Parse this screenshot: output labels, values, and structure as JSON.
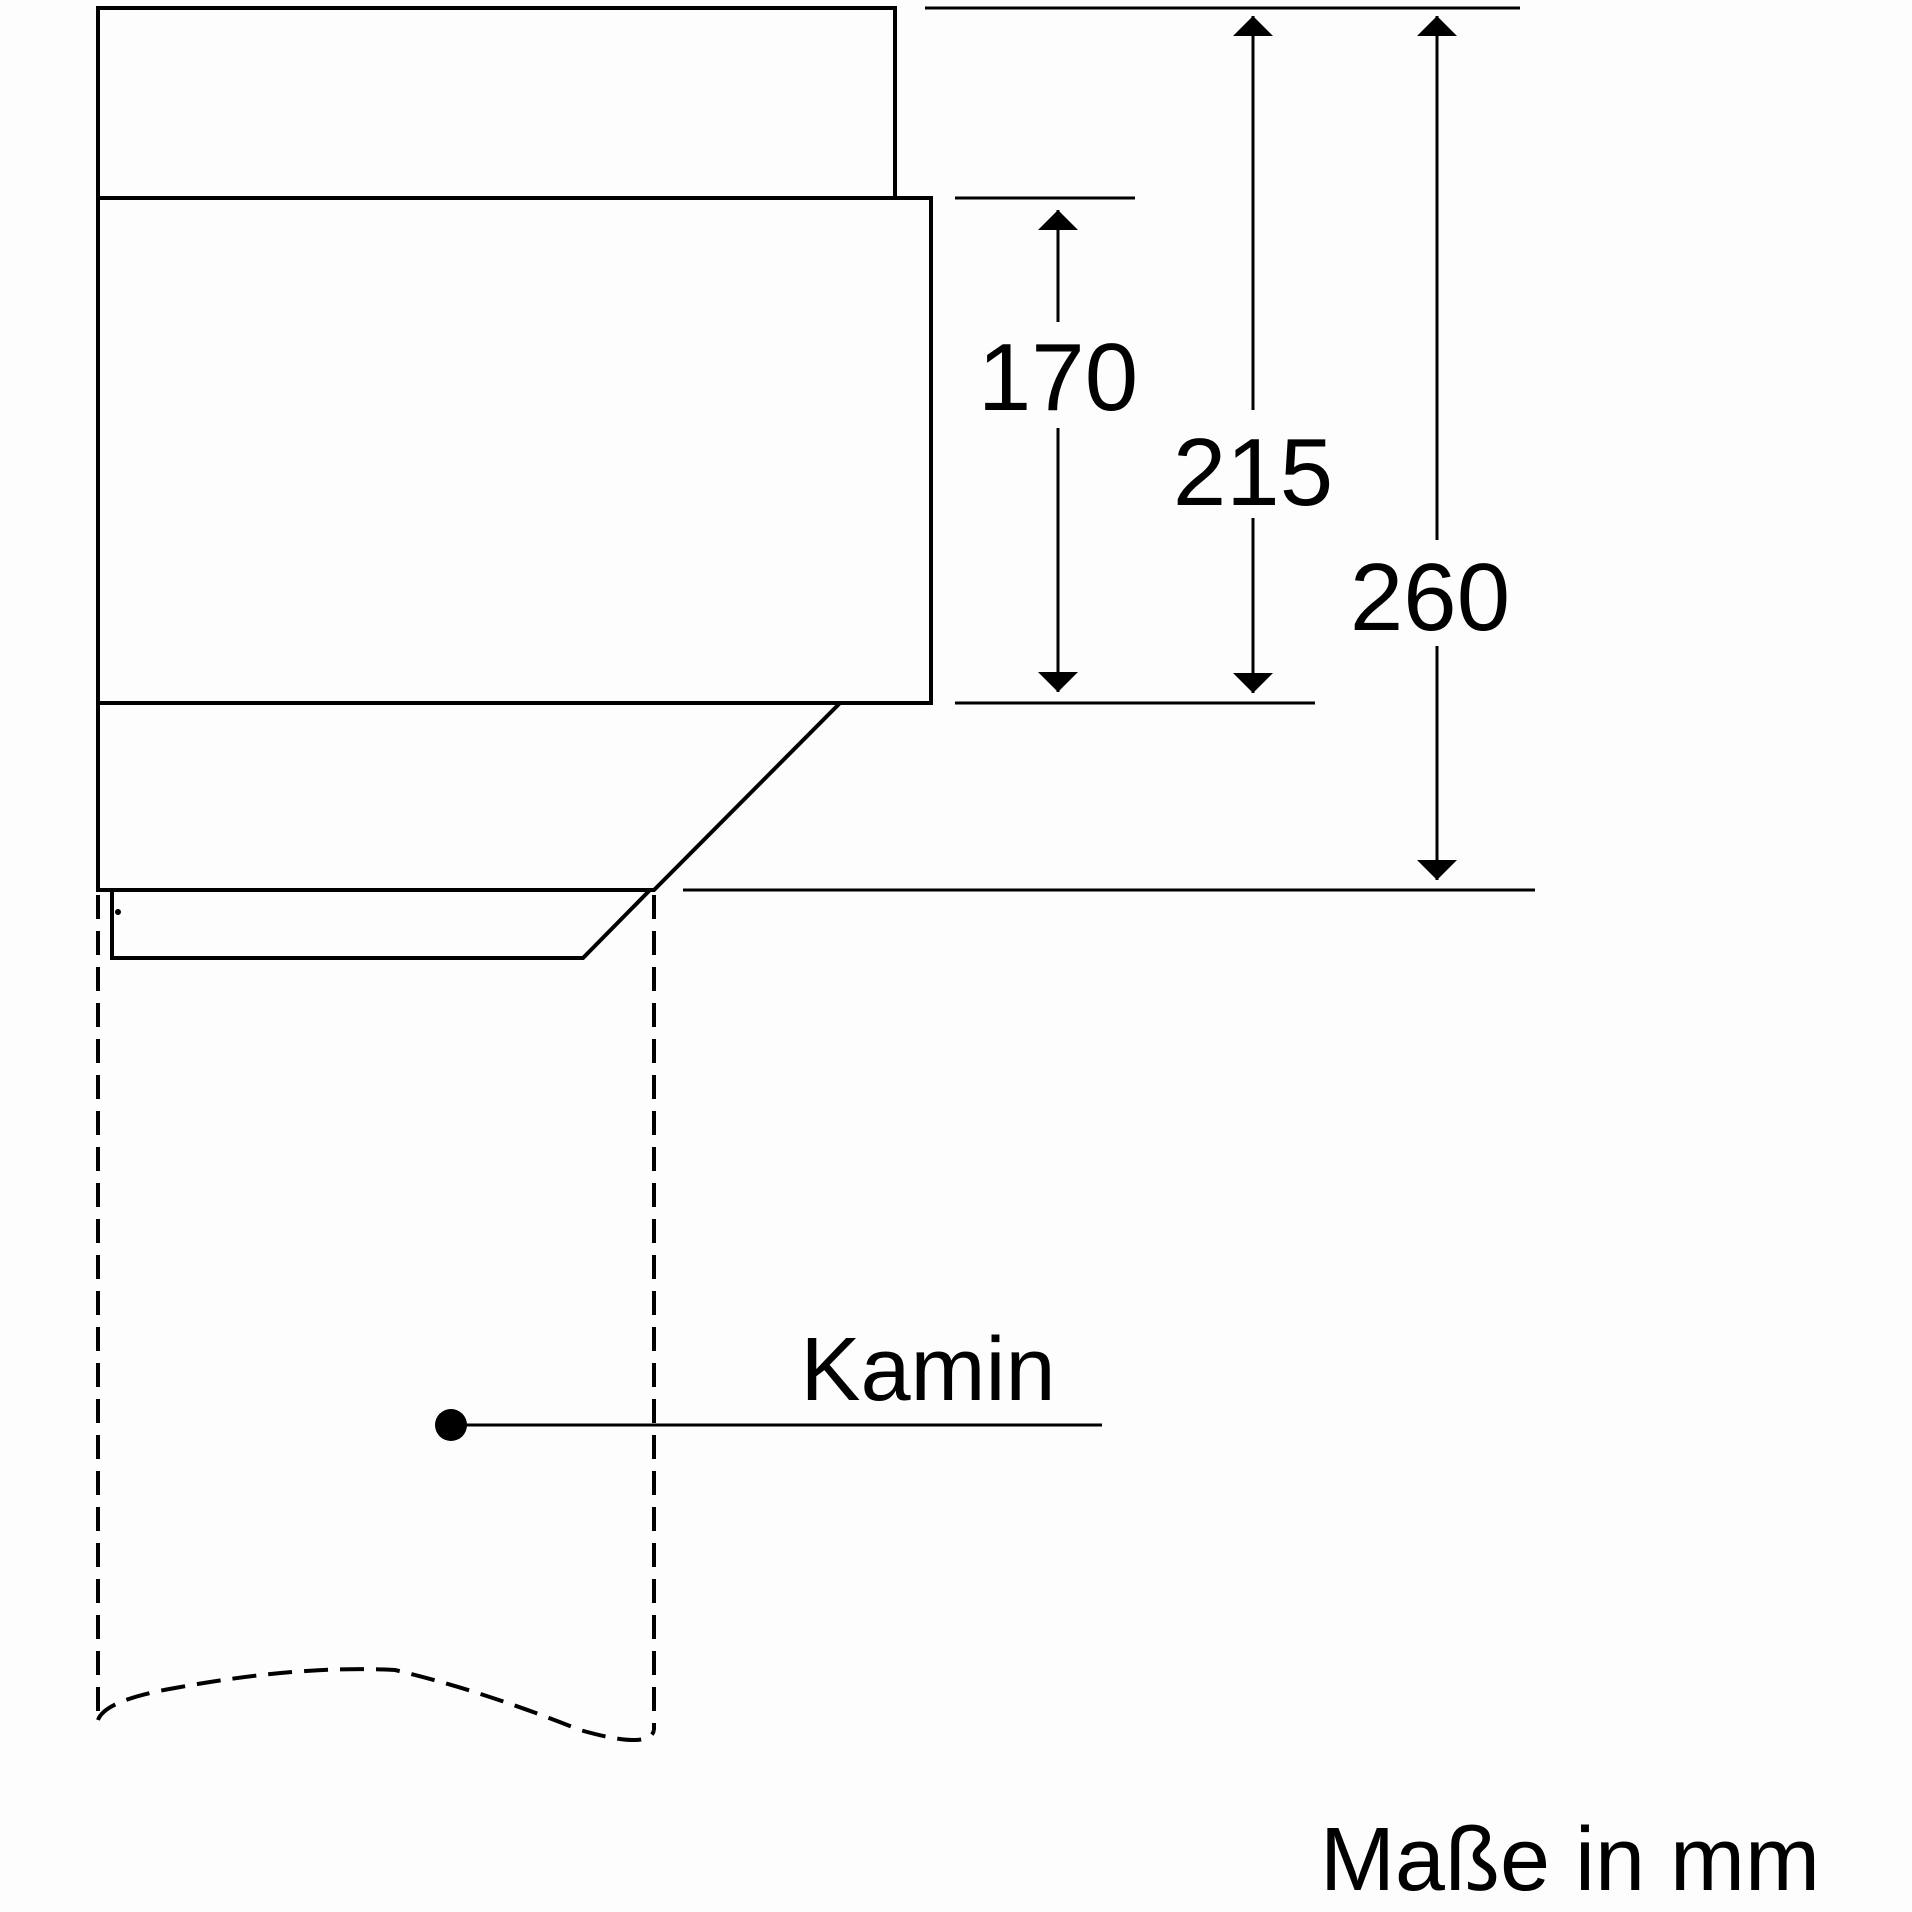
{
  "dimensions": {
    "d170": "170",
    "d215": "215",
    "d260": "260"
  },
  "callout": {
    "kamin": "Kamin"
  },
  "footer": {
    "units_note": "Maße in mm"
  }
}
